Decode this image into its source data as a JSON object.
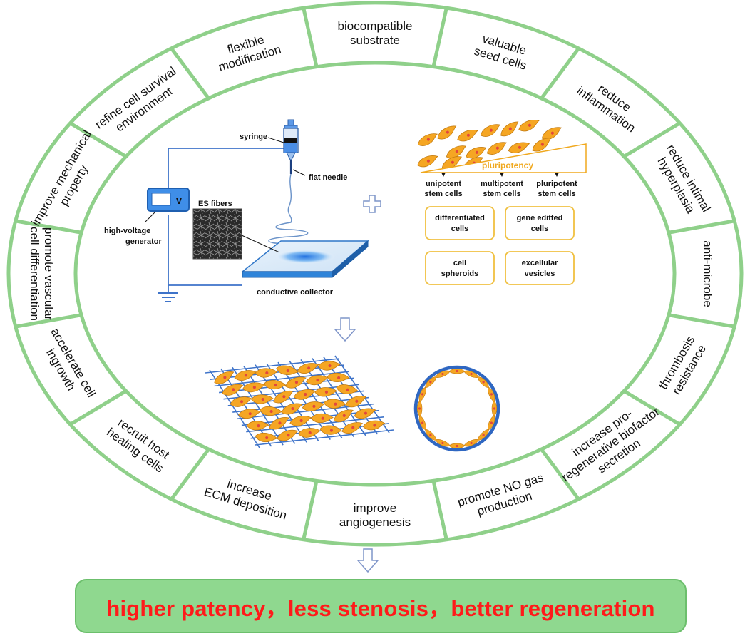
{
  "colors": {
    "ring_stroke": "#8fd08a",
    "ring_fill": "#ffffff",
    "banner_fill": "#8fd88f",
    "banner_text": "#ff1a1a",
    "cell_fill": "#f5a623",
    "cell_nucleus": "#e2473d",
    "fiber_blue": "#3e73c9",
    "collector_blue": "#2f8fe0",
    "box_border": "#f0c040",
    "pluripotency_text": "#f0a81e",
    "arrow_outline": "#7f95c9"
  },
  "ring_segments": [
    {
      "id": "biocompatible-substrate",
      "lines": [
        "biocompatible",
        "substrate"
      ]
    },
    {
      "id": "valuable-seed-cells",
      "lines": [
        "valuable",
        "seed cells"
      ]
    },
    {
      "id": "reduce-inflammation",
      "lines": [
        "reduce",
        "inflammation"
      ]
    },
    {
      "id": "reduce-intimal-hyperplasia",
      "lines": [
        "reduce intimal",
        "hyperplasia"
      ]
    },
    {
      "id": "anti-microbe",
      "lines": [
        "anti-microbe"
      ]
    },
    {
      "id": "thrombosis-resistance",
      "lines": [
        "thrombosis",
        "resistance"
      ]
    },
    {
      "id": "increase-pro-regenerative",
      "lines": [
        "increase pro-",
        "regenerative biofactor",
        "secretion"
      ]
    },
    {
      "id": "promote-no-gas",
      "lines": [
        "promote NO gas",
        "production"
      ]
    },
    {
      "id": "improve-angiogenesis",
      "lines": [
        "improve",
        "angiogenesis"
      ]
    },
    {
      "id": "increase-ecm",
      "lines": [
        "increase",
        "ECM deposition"
      ]
    },
    {
      "id": "recruit-host",
      "lines": [
        "recruit host",
        "healing cells"
      ]
    },
    {
      "id": "accelerate-cell",
      "lines": [
        "accelerate cell",
        "ingrowth"
      ]
    },
    {
      "id": "promote-vascular",
      "lines": [
        "promote vascular",
        "cell differentiation"
      ]
    },
    {
      "id": "improve-mechanical",
      "lines": [
        "improve mechanical",
        "property"
      ]
    },
    {
      "id": "refine-cell-survival",
      "lines": [
        "refine cell survival",
        "environment"
      ]
    },
    {
      "id": "flexible-modification",
      "lines": [
        "flexible",
        "modification"
      ]
    }
  ],
  "electrospinning": {
    "syringe_label": "syringe",
    "needle_label": "flat needle",
    "voltage_symbol": "V",
    "generator_label_1": "high-voltage",
    "generator_label_2": "generator",
    "fibers_label": "ES fibers",
    "collector_label": "conductive collector"
  },
  "stem_cells": {
    "pluripotency_label": "pluripotency",
    "types": [
      {
        "line1": "unipotent",
        "line2": "stem cells"
      },
      {
        "line1": "multipotent",
        "line2": "stem cells"
      },
      {
        "line1": "pluripotent",
        "line2": "stem cells"
      }
    ],
    "boxes": [
      {
        "line1": "differentiated",
        "line2": "cells"
      },
      {
        "line1": "gene editted",
        "line2": "cells"
      },
      {
        "line1": "cell",
        "line2": "spheroids"
      },
      {
        "line1": "excellular",
        "line2": "vesicles"
      }
    ]
  },
  "banner": {
    "text": "higher patency，less stenosis，better regeneration"
  }
}
